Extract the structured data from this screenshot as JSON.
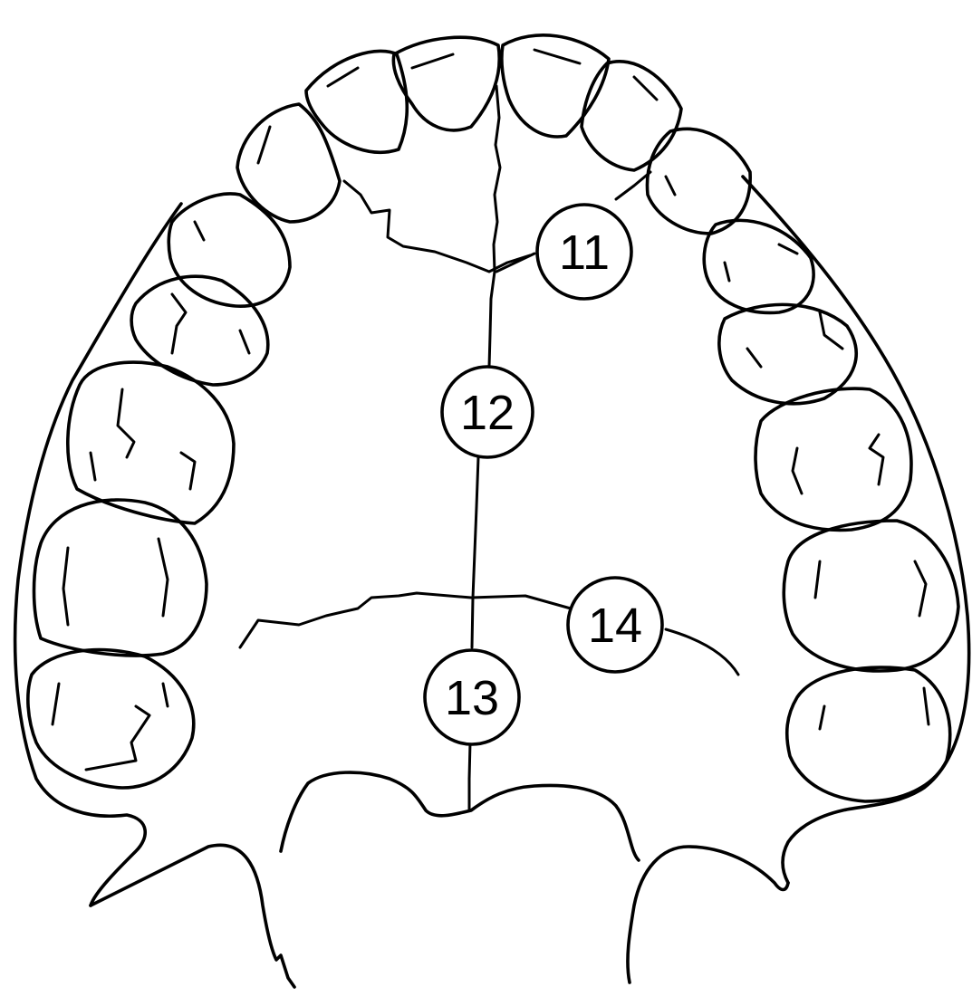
{
  "figure": {
    "labels": [
      {
        "id": "11",
        "text": "11"
      },
      {
        "id": "12",
        "text": "12"
      },
      {
        "id": "13",
        "text": "13"
      },
      {
        "id": "14",
        "text": "14"
      }
    ]
  }
}
